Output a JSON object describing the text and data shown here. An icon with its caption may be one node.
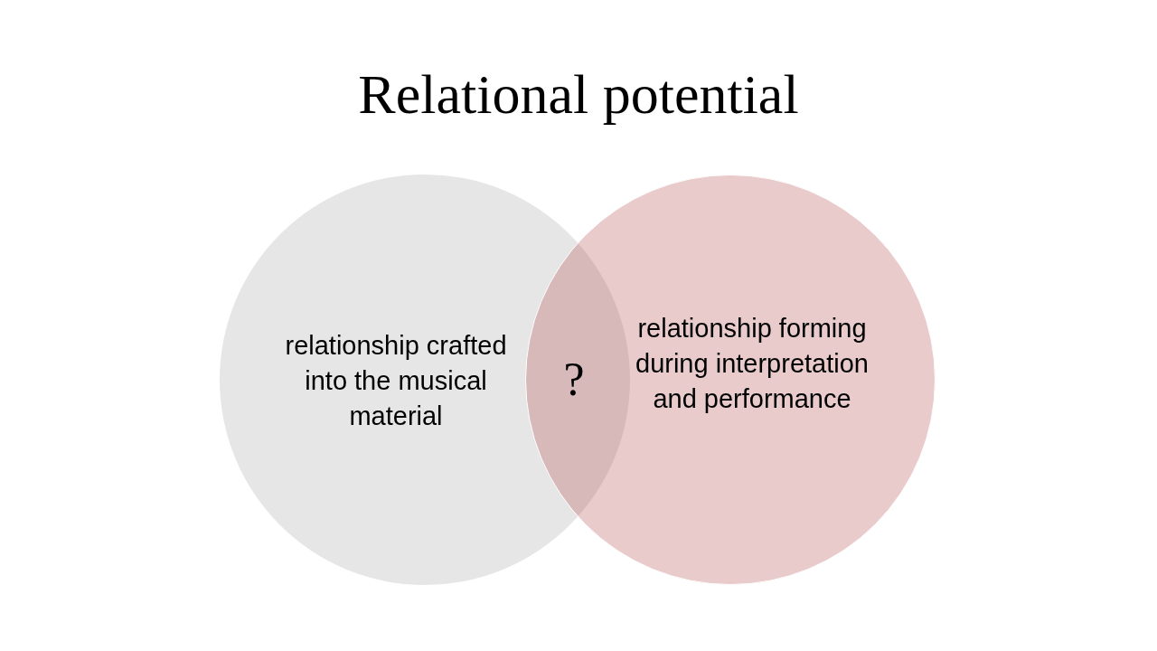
{
  "diagram": {
    "title": "Relational potential",
    "nodes": [
      {
        "text": [
          "relationship crafted into the musical material"
        ]
      },
      {
        "text": [
          "relationship forming during interpretation and performance"
        ]
      }
    ],
    "labels": [
      "?"
    ]
  }
}
